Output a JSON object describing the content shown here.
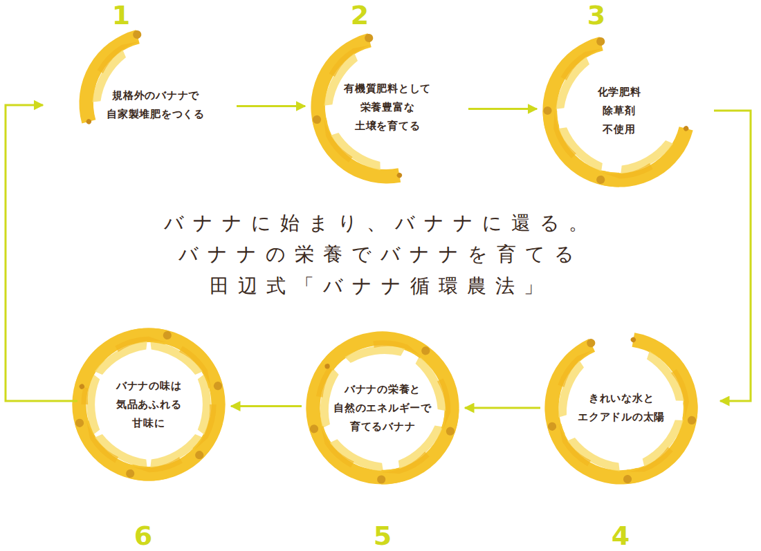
{
  "diagram": {
    "title": "バナナに始まり、バナナに還る。 バナナの栄養でバナナを育てる 田辺式「バナナ循環農法」",
    "nodes": [
      {
        "text": [
          "規格外のバナナで 自家製堆肥をつくる"
        ]
      },
      {
        "text": [
          "有機質肥料として 栄養豊富な 土壌を育てる"
        ]
      },
      {
        "text": [
          "化学肥料 除草剤 不使用"
        ]
      },
      {
        "text": [
          "きれいな水と エクアドルの太陽"
        ]
      },
      {
        "text": [
          "バナナの栄養と 自然のエネルギーで 育てるバナナ"
        ]
      },
      {
        "text": [
          "バナナの味は 気品あふれる 甘味に"
        ]
      }
    ],
    "edges": [
      {
        "from": 0,
        "to": 1,
        "arrow": "to"
      },
      {
        "from": 1,
        "to": 2,
        "arrow": "to"
      },
      {
        "from": 2,
        "to": 3,
        "arrow": "to"
      },
      {
        "from": 3,
        "to": 4,
        "arrow": "to"
      },
      {
        "from": 4,
        "to": 5,
        "arrow": "to"
      },
      {
        "from": 5,
        "to": 0,
        "arrow": "to"
      }
    ],
    "labels": [
      "1",
      "2",
      "3",
      "4",
      "5",
      "6"
    ]
  }
}
